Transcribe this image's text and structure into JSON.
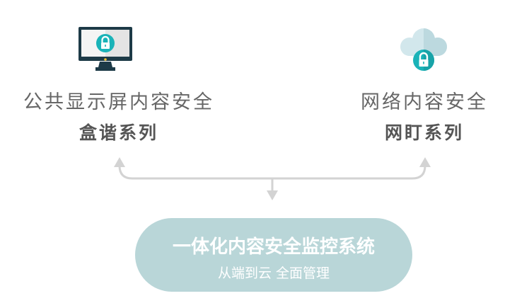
{
  "left_product": {
    "icon": "monitor-lock-icon",
    "title": "公共显示屏内容安全",
    "series": "盒谐系列"
  },
  "right_product": {
    "icon": "cloud-lock-icon",
    "title": "网络内容安全",
    "series": "网盯系列"
  },
  "system": {
    "title": "一体化内容安全监控系统",
    "subtitle": "从端到云 全面管理"
  },
  "colors": {
    "teal": "#1ab3b8",
    "monitor_dark": "#1d3a47",
    "cloud_light": "#cfe4e8",
    "pill": "#b9d6d8",
    "arrow": "#d3d3d3",
    "text": "#666666"
  }
}
